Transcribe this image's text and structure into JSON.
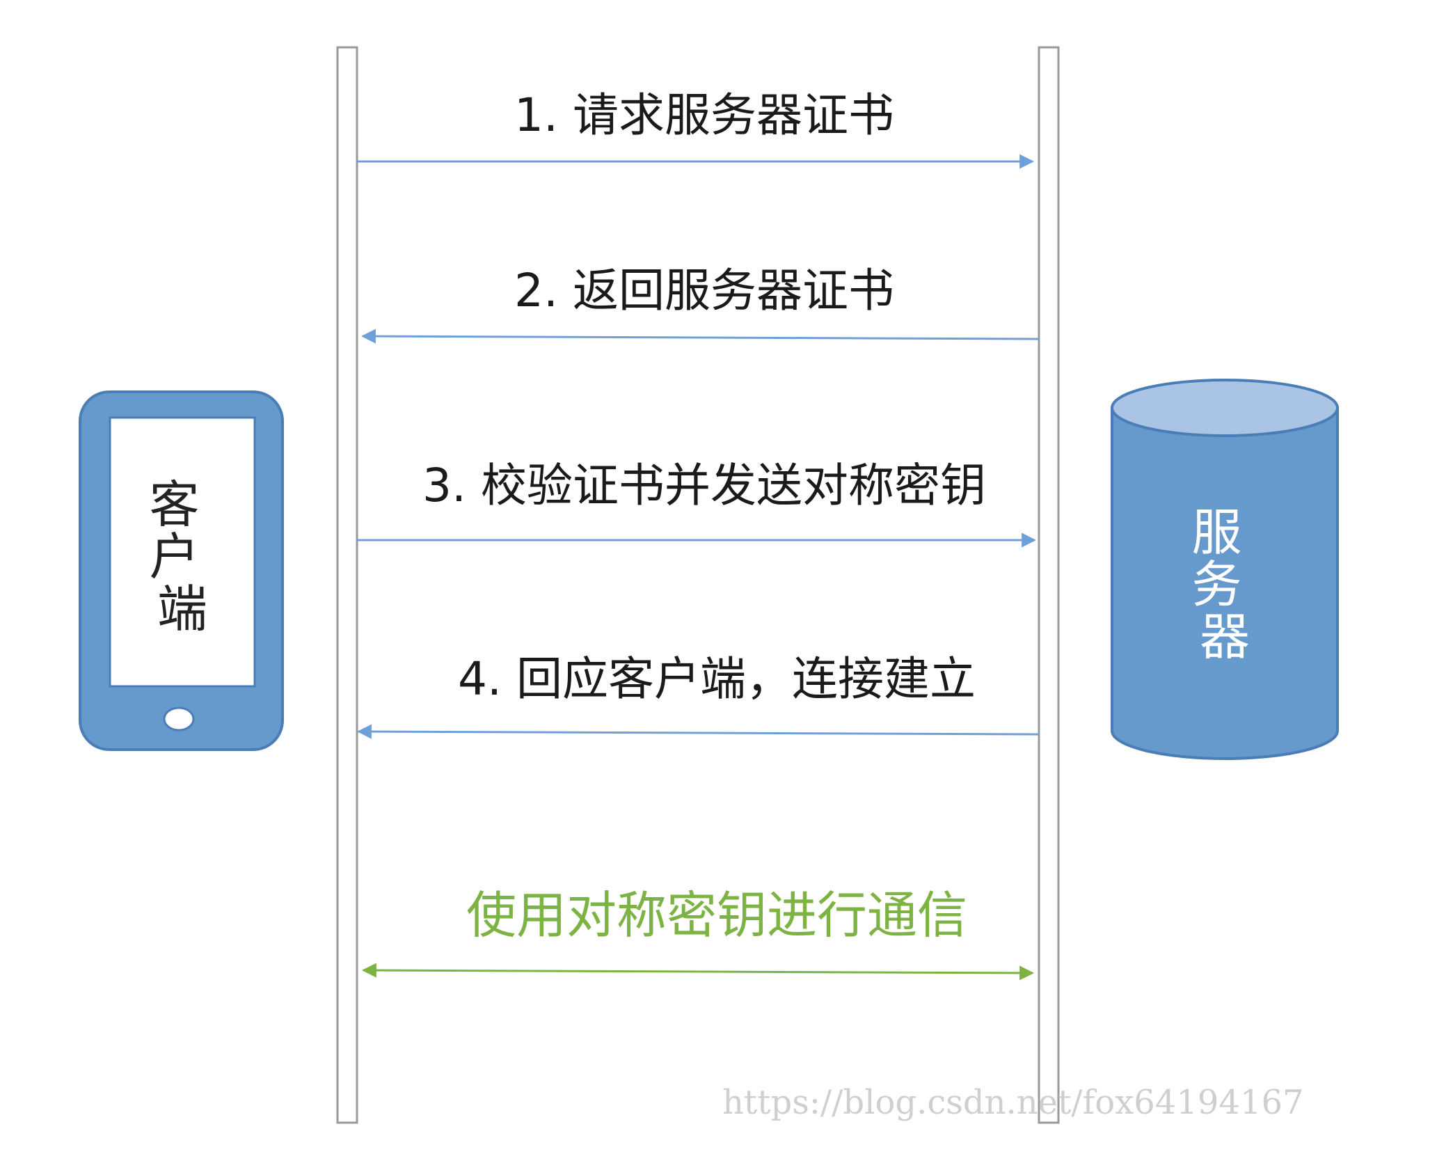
{
  "colors": {
    "request_arrow": "#6f9fd8",
    "final_arrow": "#7cb342",
    "final_text": "#7cb342",
    "device_fill": "#6699cc",
    "device_stroke": "#4a7db5",
    "server_fill": "#6699cc",
    "server_top": "#a9c4e4",
    "lifeline_stroke": "#999999"
  },
  "client": {
    "label": "客\n户\n端",
    "icon": "smartphone-icon"
  },
  "server": {
    "label": "服\n务\n器",
    "icon": "database-cylinder-icon"
  },
  "messages": [
    {
      "label": "1. 请求服务器证书",
      "direction": "client-to-server"
    },
    {
      "label": "2. 返回服务器证书",
      "direction": "server-to-client"
    },
    {
      "label": "3. 校验证书并发送对称密钥",
      "direction": "client-to-server"
    },
    {
      "label": "4. 回应客户端，连接建立",
      "direction": "server-to-client"
    }
  ],
  "final_message": {
    "label": "使用对称密钥进行通信",
    "direction": "bidirectional"
  },
  "watermark": "https://blog.csdn.net/fox64194167"
}
